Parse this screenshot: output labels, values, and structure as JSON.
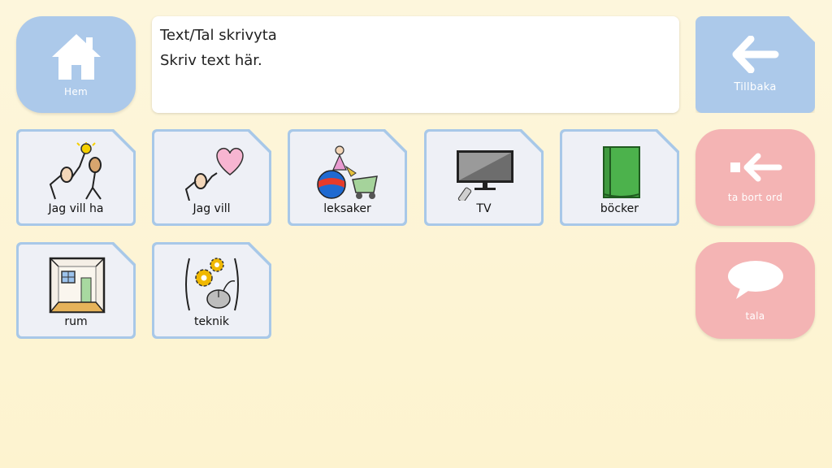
{
  "nav": {
    "home_label": "Hem",
    "back_label": "Tillbaka",
    "delete_label": "ta bort ord",
    "speak_label": "tala"
  },
  "textbox": {
    "title": "Text/Tal skrivyta",
    "placeholder": "Skriv text här."
  },
  "tiles": [
    {
      "label": "Jag vill ha",
      "icon": "want-have-icon"
    },
    {
      "label": "Jag vill",
      "icon": "want-heart-icon"
    },
    {
      "label": "leksaker",
      "icon": "toys-icon"
    },
    {
      "label": "TV",
      "icon": "tv-icon"
    },
    {
      "label": "böcker",
      "icon": "book-icon"
    },
    {
      "label": "rum",
      "icon": "room-icon"
    },
    {
      "label": "teknik",
      "icon": "technology-icon"
    }
  ],
  "colors": {
    "background": "#fdf6dc",
    "nav_blue": "#acc9ea",
    "nav_pink": "#f4b4b4",
    "tile_border": "#a8c8e8",
    "tile_fill": "#eef0f6"
  }
}
